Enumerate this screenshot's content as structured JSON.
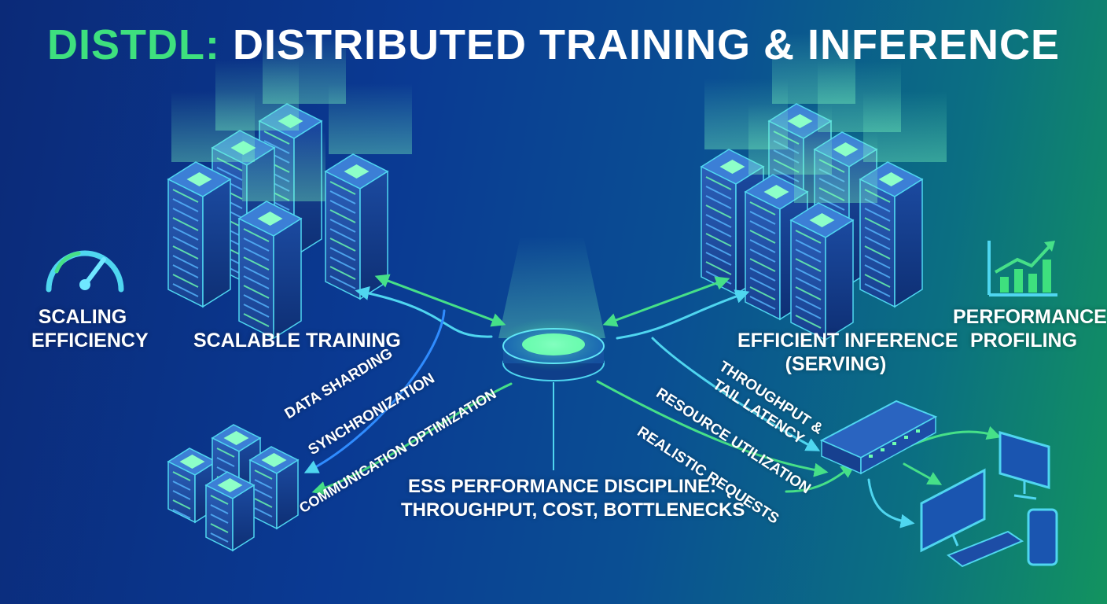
{
  "title": {
    "accent": "DISTDL:",
    "main": "DISTRIBUTED TRAINING & INFERENCE"
  },
  "labels": {
    "scaling_efficiency_1": "SCALING",
    "scaling_efficiency_2": "EFFICIENCY",
    "scalable_training": "SCALABLE TRAINING",
    "efficient_inference_1": "EFFICIENT INFERENCE",
    "efficient_inference_2": "(SERVING)",
    "performance_profiling_1": "PERFORMANCE",
    "performance_profiling_2": "PROFILING",
    "discipline_1": "ESS PERFORMANCE DISCIPLINE:",
    "discipline_2": "THROUGHPUT, COST, BOTTLENECKS"
  },
  "left_flows": [
    "DATA SHARDING",
    "SYNCHRONIZATION",
    "COMMUNICATION OPTIMIZATION"
  ],
  "right_flows": [
    "THROUGHPUT &",
    "TAIL LATENCY",
    "RESOURCE UTILIZATION",
    "REALISTIC REQUESTS"
  ],
  "colors": {
    "accent_green": "#3ee07e",
    "cyan": "#4fd6f0",
    "blue": "#2f8cff",
    "glow": "#6dffb0"
  }
}
